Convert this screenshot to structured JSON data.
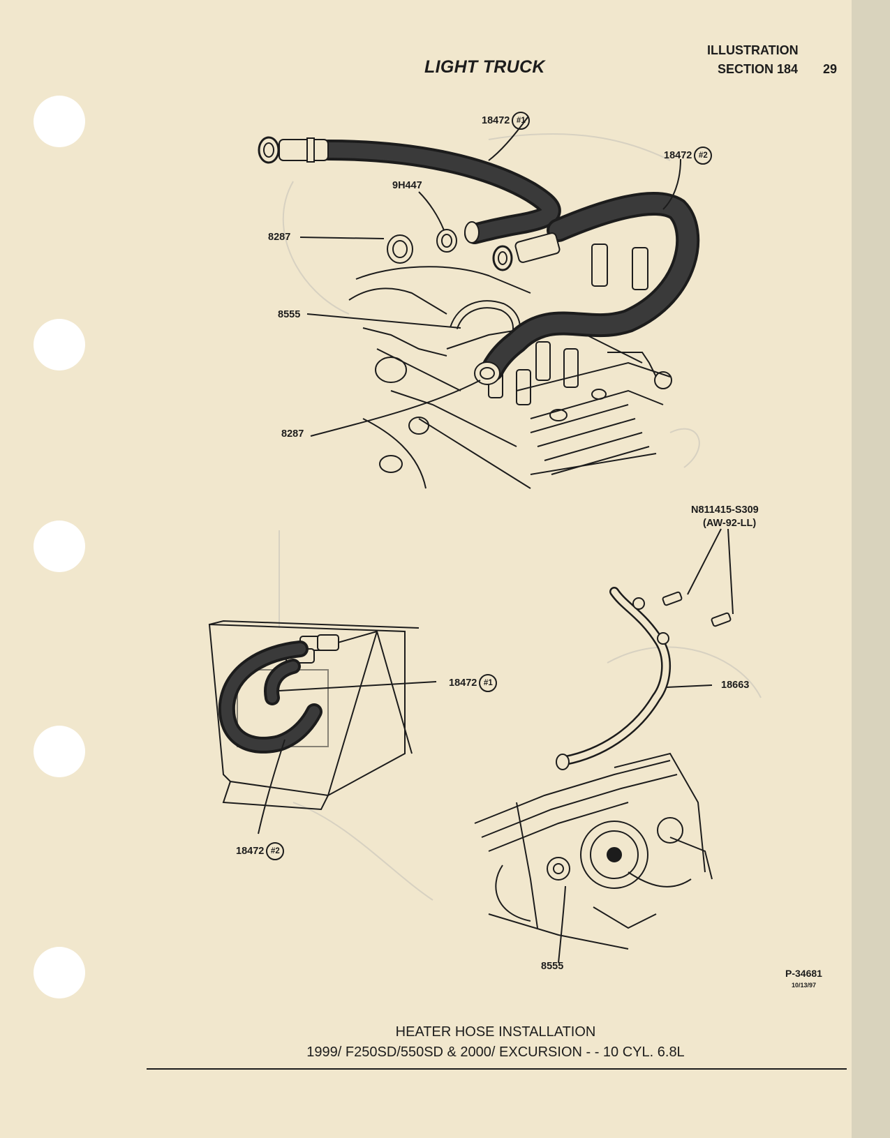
{
  "header": {
    "title": "LIGHT TRUCK",
    "illustration_label": "ILLUSTRATION",
    "section_label": "SECTION 184",
    "page_number": "29"
  },
  "callouts": {
    "top_hose_1": {
      "part": "18472",
      "tag": "#1"
    },
    "top_hose_2": {
      "part": "18472",
      "tag": "#2"
    },
    "top_connector": "9H447",
    "top_clamp_upper": "8287",
    "top_tube": "8555",
    "top_clamp_lower": "8287",
    "bolt": "N811415-S309",
    "bolt_spec": "(AW-92-LL)",
    "bottom_hose_1": {
      "part": "18472",
      "tag": "#1"
    },
    "bottom_tube": "18663",
    "bottom_hose_2": {
      "part": "18472",
      "tag": "#2"
    },
    "bottom_fitting": "8555"
  },
  "illustration_id": "P-34681",
  "illustration_date": "10/13/97",
  "caption": {
    "line1": "HEATER HOSE INSTALLATION",
    "line2": "1999/ F250SD/550SD & 2000/ EXCURSION - - 10 CYL. 6.8L"
  }
}
